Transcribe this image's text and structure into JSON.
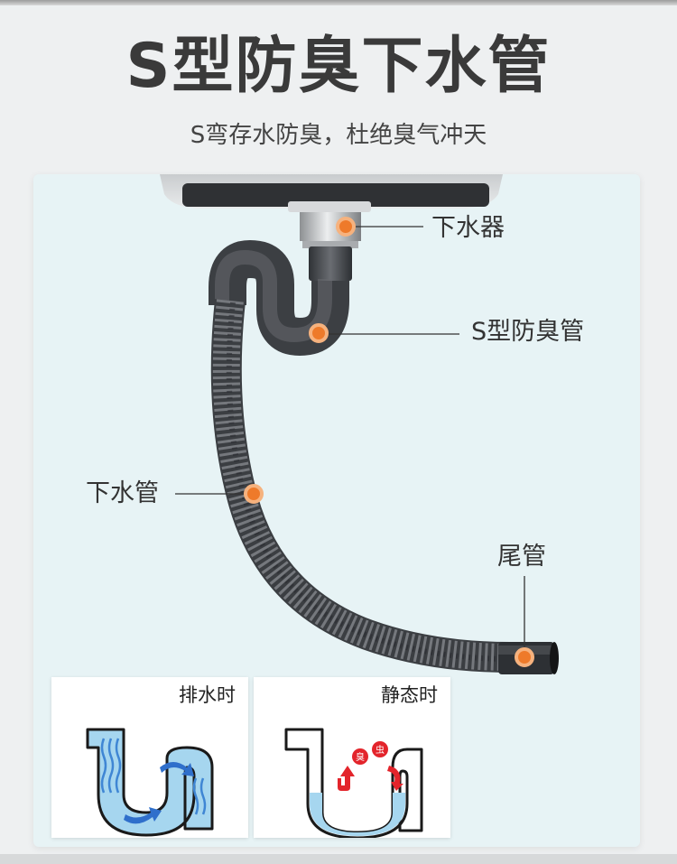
{
  "header": {
    "title": "S型防臭下水管",
    "subtitle": "S弯存水防臭，杜绝臭气冲天"
  },
  "diagram": {
    "labels": {
      "drain": "下水器",
      "s_trap": "S型防臭管",
      "drain_hose": "下水管",
      "tail_pipe": "尾管"
    },
    "marker_color": "#ee7a2a",
    "pipe_color": "#4e5156"
  },
  "states": [
    {
      "label": "排水时"
    },
    {
      "label": "静态时",
      "badges": [
        "臭",
        "虫"
      ]
    }
  ]
}
